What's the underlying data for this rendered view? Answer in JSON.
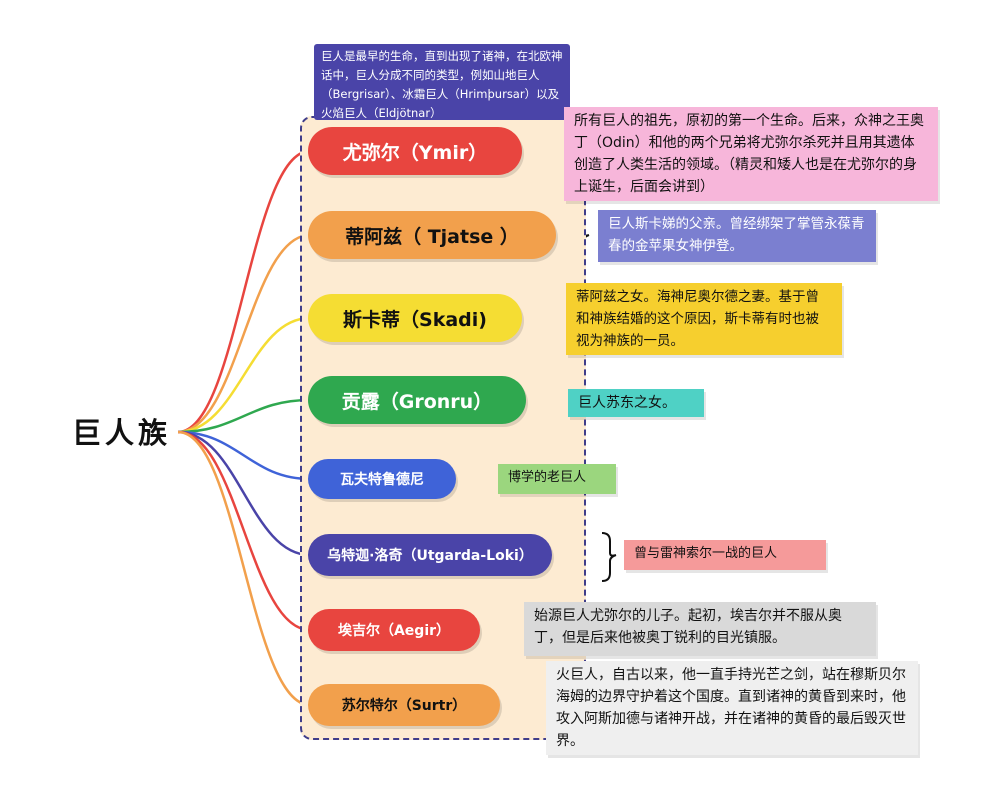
{
  "root": {
    "label": "巨人族"
  },
  "intro": {
    "text": "巨人是最早的生命，直到出现了诸神，在北欧神话中，巨人分成不同的类型，例如山地巨人（Bergrisar）、冰霜巨人（Hrimþursar）以及火焰巨人（Eldjötnar）"
  },
  "giants": [
    {
      "name": "尤弥尔（Ymir）",
      "color": "#e8453f",
      "desc": "所有巨人的祖先，原初的第一个生命。后来，众神之王奥丁（Odin）和他的两个兄弟将尤弥尔杀死并且用其遗体创造了人类生活的领域。（精灵和矮人也是在尤弥尔的身上诞生，后面会讲到）",
      "desc_color": "#f7b6da"
    },
    {
      "name": "蒂阿兹（ Tjatse ）",
      "color": "#f2a04c",
      "desc": "巨人斯卡娣的父亲。曾经绑架了掌管永葆青春的金苹果女神伊登。",
      "desc_color": "#7b7fd0"
    },
    {
      "name": "斯卡蒂（Skadi)",
      "color": "#f5dd33",
      "desc": "蒂阿兹之女。海神尼奥尔德之妻。基于曾和神族结婚的这个原因，斯卡蒂有时也被视为神族的一员。",
      "desc_color": "#f6cf2e"
    },
    {
      "name": "贡露（Gronru）",
      "color": "#2fa84f",
      "desc": "巨人苏东之女。",
      "desc_color": "#4fd1c5"
    },
    {
      "name": "瓦夫特鲁德尼",
      "color": "#3f63d8",
      "desc": "博学的老巨人",
      "desc_color": "#9bd67e"
    },
    {
      "name": "乌特迦·洛奇（Utgarda-Loki）",
      "color": "#4a44a8",
      "desc": "曾与雷神索尔一战的巨人",
      "desc_color": "#f59a9a"
    },
    {
      "name": "埃吉尔（Aegir）",
      "color": "#e8453f",
      "desc": "始源巨人尤弥尔的儿子。起初，埃吉尔并不服从奥丁，但是后来他被奥丁锐利的目光镇服。",
      "desc_color": "#d9d9d9"
    },
    {
      "name": "苏尔特尔（Surtr）",
      "color": "#f2a04c",
      "desc": "火巨人，自古以来，他一直手持光芒之剑，站在穆斯贝尔海姆的边界守护着这个国度。直到诸神的黄昏到来时，他攻入阿斯加德与诸神开战，并在诸神的黄昏的最后毁灭世界。",
      "desc_color": "#efefef"
    }
  ]
}
